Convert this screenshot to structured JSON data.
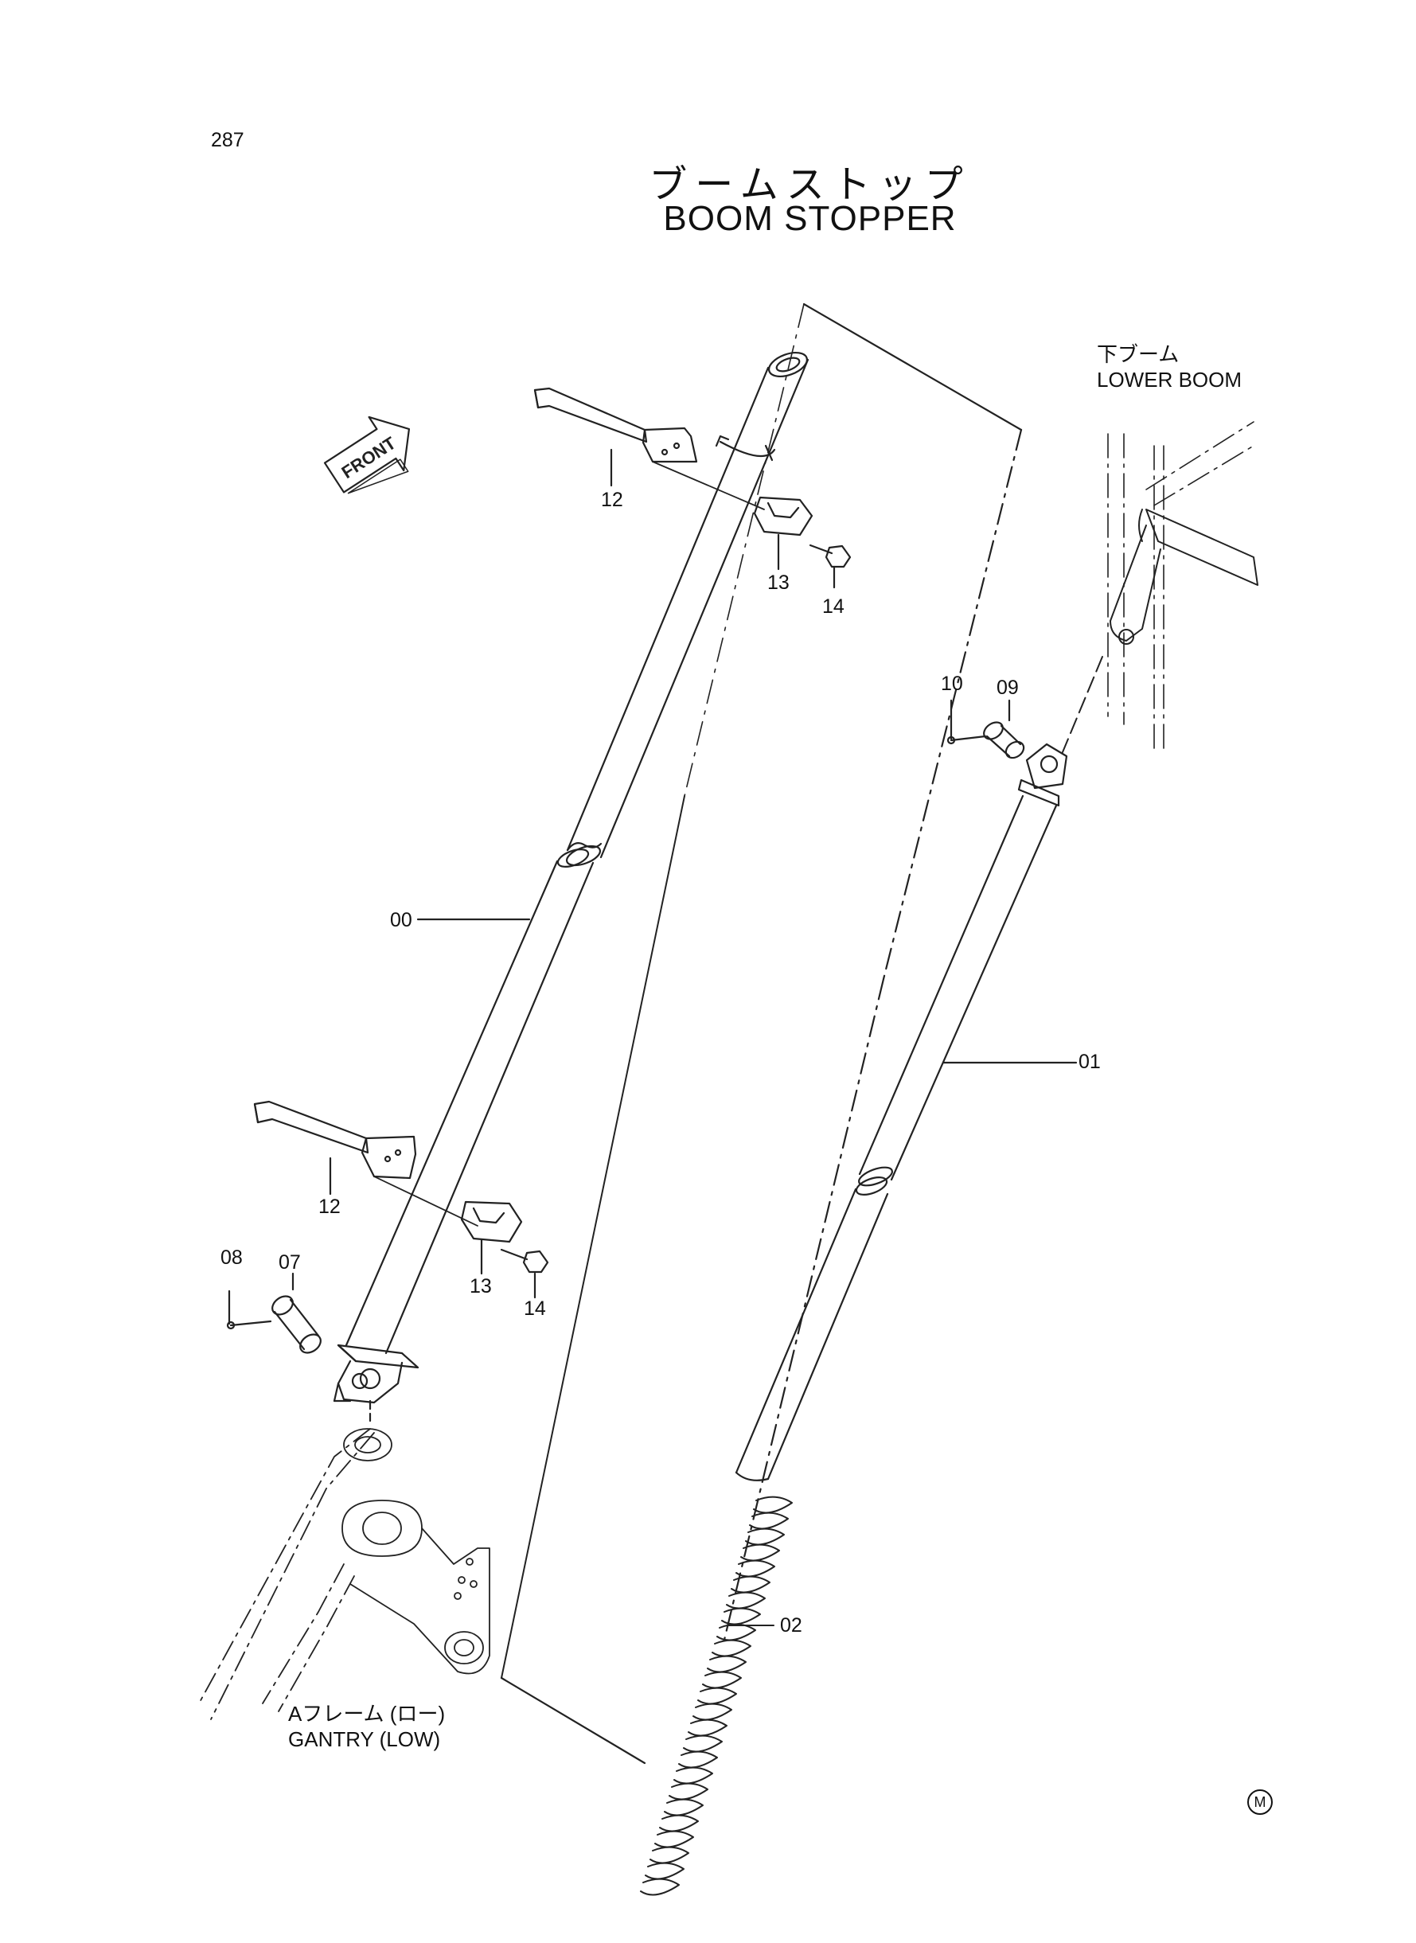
{
  "page": {
    "number": "287"
  },
  "title": {
    "jp": "ブームストップ",
    "en": "BOOM STOPPER"
  },
  "front_arrow": {
    "label": "FRONT"
  },
  "labels": {
    "lower_boom": {
      "jp": "下ブーム",
      "en": "LOWER BOOM"
    },
    "gantry": {
      "jp": "Aフレーム (ロー)",
      "en": "GANTRY (LOW)"
    }
  },
  "parts": {
    "p00": "00",
    "p01": "01",
    "p02": "02",
    "p07": "07",
    "p08": "08",
    "p09": "09",
    "p10": "10",
    "p12_top": "12",
    "p13_top": "13",
    "p14_top": "14",
    "p12_bottom": "12",
    "p13_bottom": "13",
    "p14_bottom": "14"
  },
  "corner_mark": "M"
}
